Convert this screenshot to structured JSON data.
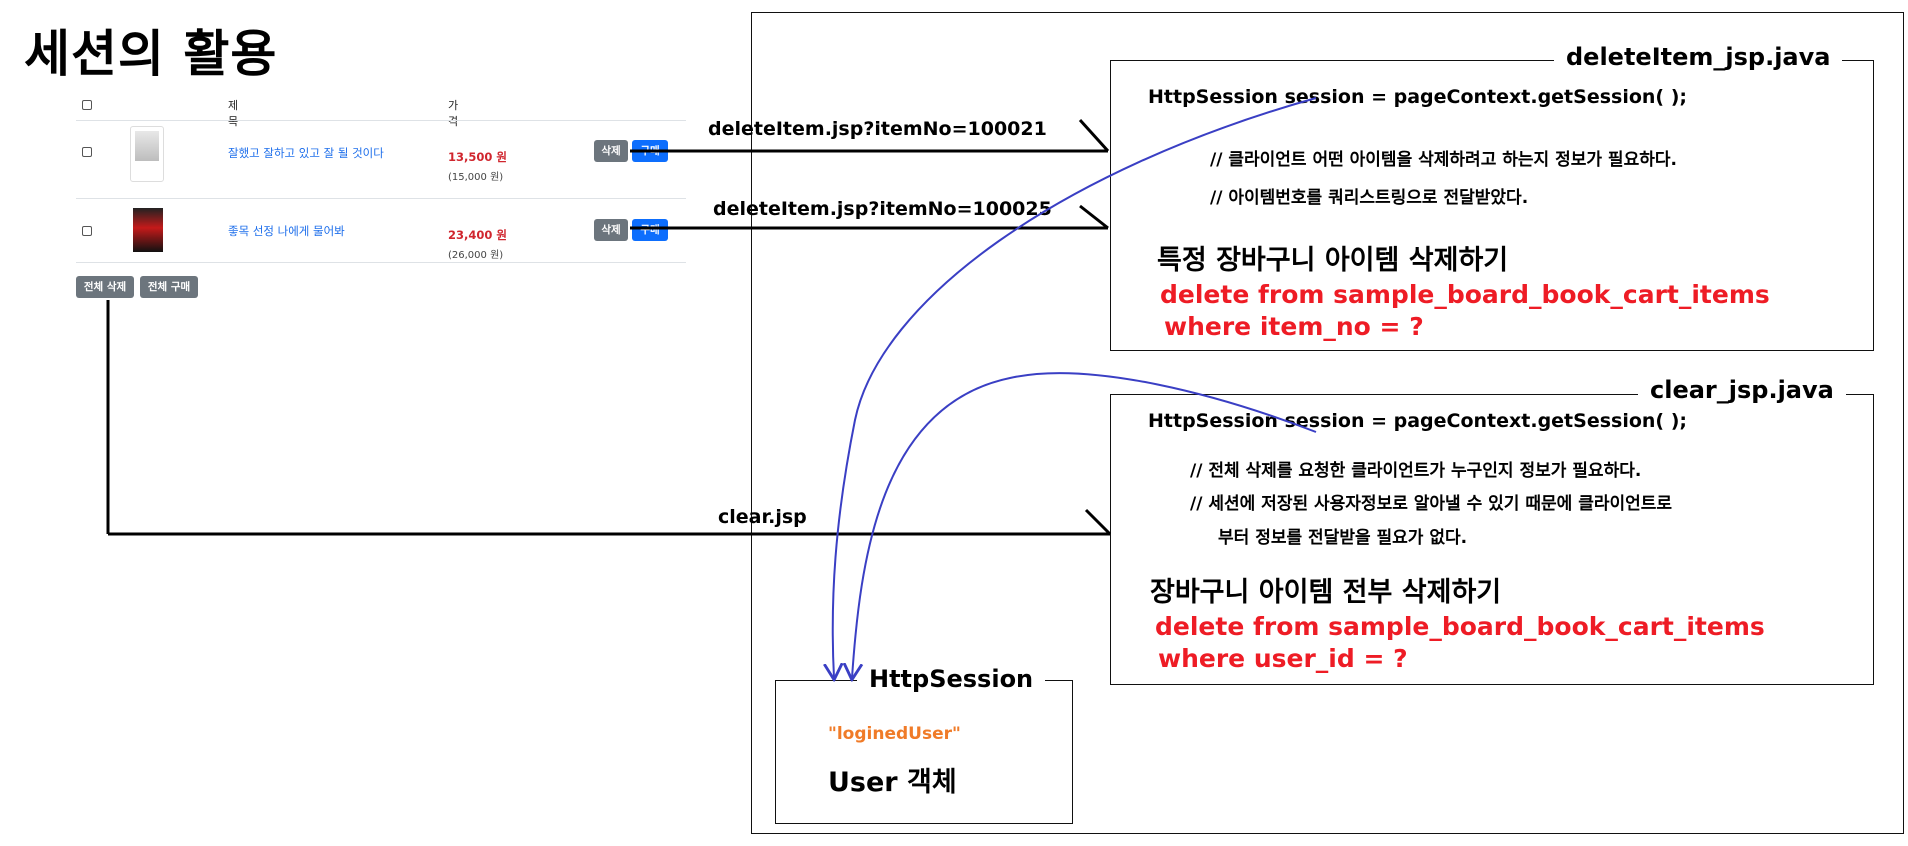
{
  "title": "세션의 활용",
  "cart": {
    "header": {
      "title": "제목",
      "price": "가격"
    },
    "rows": [
      {
        "title": "잘했고 잘하고 있고 잘 될 것이다",
        "price": "13,500 원",
        "original": "(15,000 원)",
        "delete_label": "삭제",
        "buy_label": "구매"
      },
      {
        "title": "좋목 선정 나에게 물어봐",
        "price": "23,400 원",
        "original": "(26,000 원)",
        "delete_label": "삭제",
        "buy_label": "구매"
      }
    ],
    "delete_all_label": "전체 삭제",
    "buy_all_label": "전체 구매"
  },
  "arrows": {
    "row1_url": "deleteItem.jsp?itemNo=100021",
    "row2_url": "deleteItem.jsp?itemNo=100025",
    "clear_url": "clear.jsp"
  },
  "delete_box": {
    "legend": "deleteItem_jsp.java",
    "code": "HttpSession session = pageContext.getSession( );",
    "comment1": "// 클라이언트 어떤 아이템을 삭제하려고 하는지 정보가 필요하다.",
    "comment2": "// 아이템번호를 쿼리스트링으로 전달받았다.",
    "heading": "특정 장바구니 아이템 삭제하기",
    "sql1": "delete from sample_board_book_cart_items",
    "sql2": "where item_no = ?"
  },
  "clear_box": {
    "legend": "clear_jsp.java",
    "code": "HttpSession session = pageContext.getSession( );",
    "comment1": "// 전체 삭제를 요청한 클라이언트가 누구인지 정보가 필요하다.",
    "comment2": "// 세션에 저장된 사용자정보로 알아낼 수 있기 때문에 클라이언트로",
    "comment3": "부터 정보를 전달받을 필요가 없다.",
    "heading": "장바구니 아이템 전부 삭제하기",
    "sql1": "delete from sample_board_book_cart_items",
    "sql2": "where user_id = ?"
  },
  "session_box": {
    "legend": "HttpSession",
    "key": "\"loginedUser\"",
    "value": "User 객체"
  },
  "colors": {
    "sql": "#ee1c25",
    "link": "#1f6feb",
    "price": "#d0262e",
    "session_key": "#f07b28",
    "curve": "#3a3fc4",
    "btn_gray": "#6c757d",
    "btn_blue": "#0d6efd"
  }
}
